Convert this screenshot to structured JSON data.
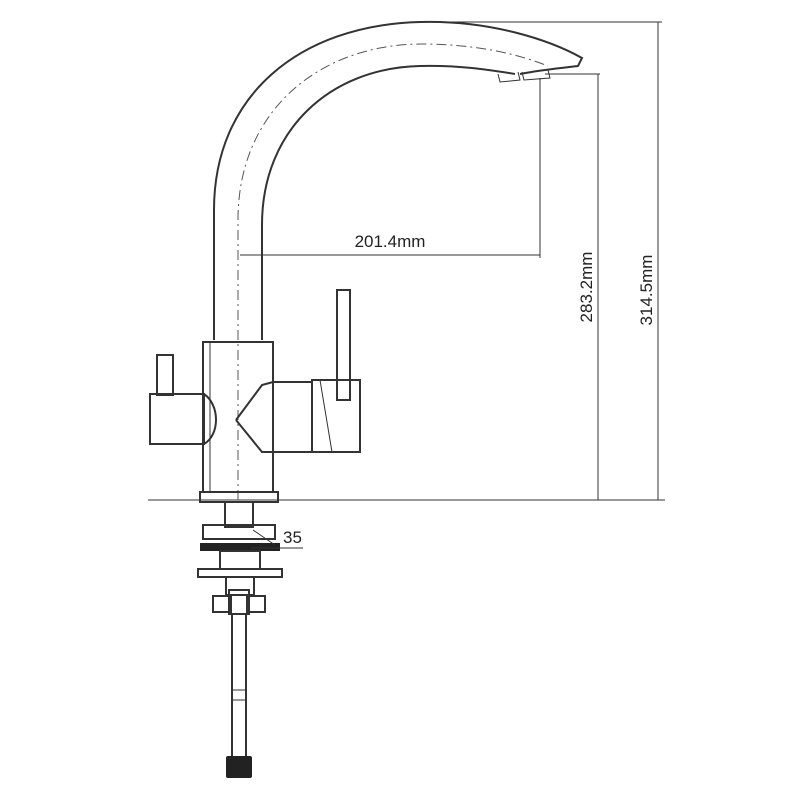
{
  "dimensions": {
    "reach": "201.4mm",
    "spout_height": "283.2mm",
    "total_height": "314.5mm",
    "mount": "35"
  },
  "colors": {
    "line": "#333333",
    "background": "#ffffff"
  }
}
